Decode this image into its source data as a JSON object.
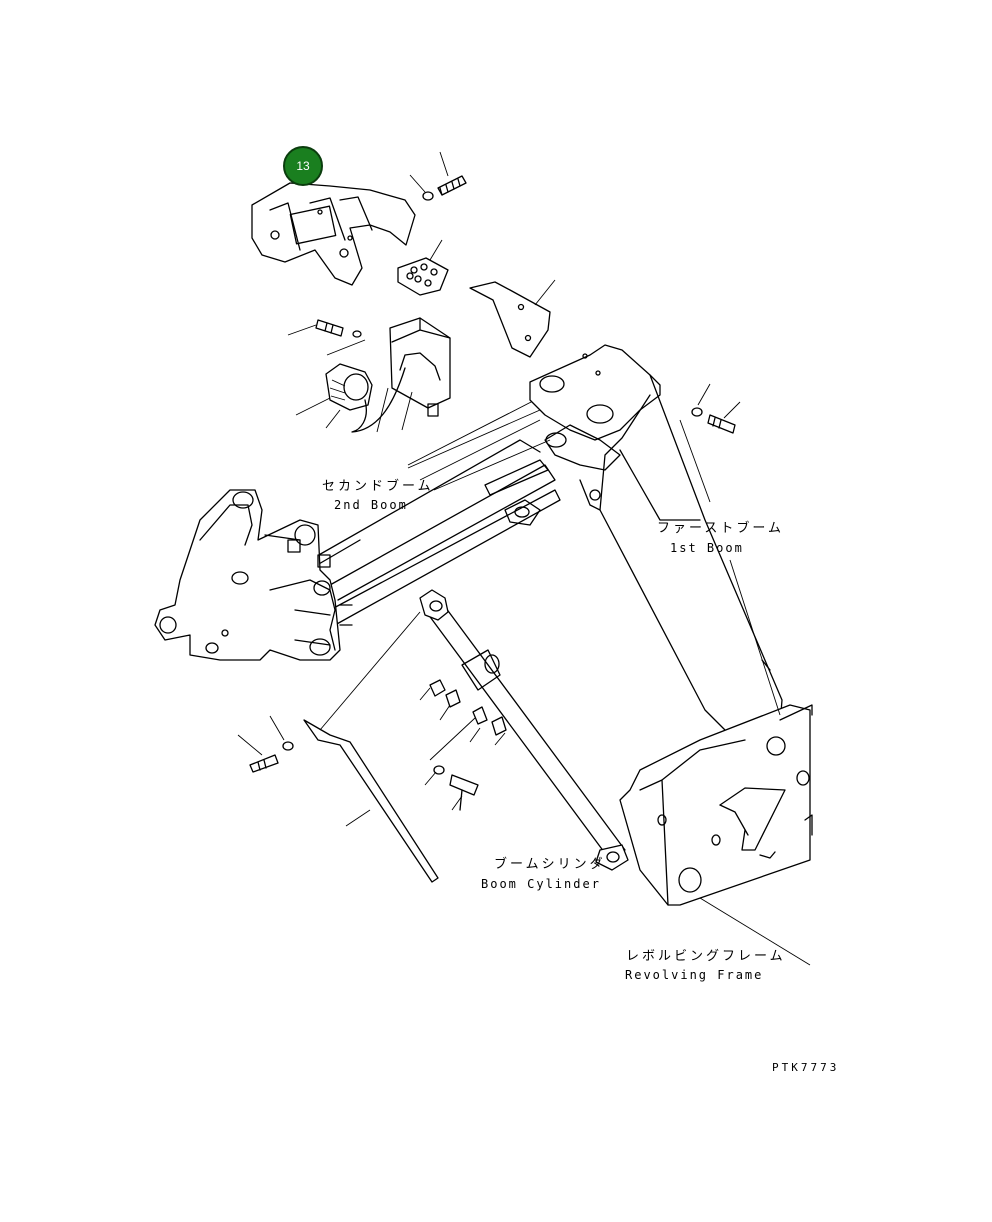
{
  "callout": {
    "number": "13",
    "color": "#1a7f1f"
  },
  "labels": {
    "second_boom_jp": "セカンドブーム",
    "second_boom_en": "2nd Boom",
    "first_boom_jp": "ファーストブーム",
    "first_boom_en": "1st Boom",
    "boom_cylinder_jp": "ブームシリンダ",
    "boom_cylinder_en": "Boom Cylinder",
    "revolving_frame_jp": "レボルビングフレーム",
    "revolving_frame_en": "Revolving Frame"
  },
  "drawing_ref": "PTK7773"
}
